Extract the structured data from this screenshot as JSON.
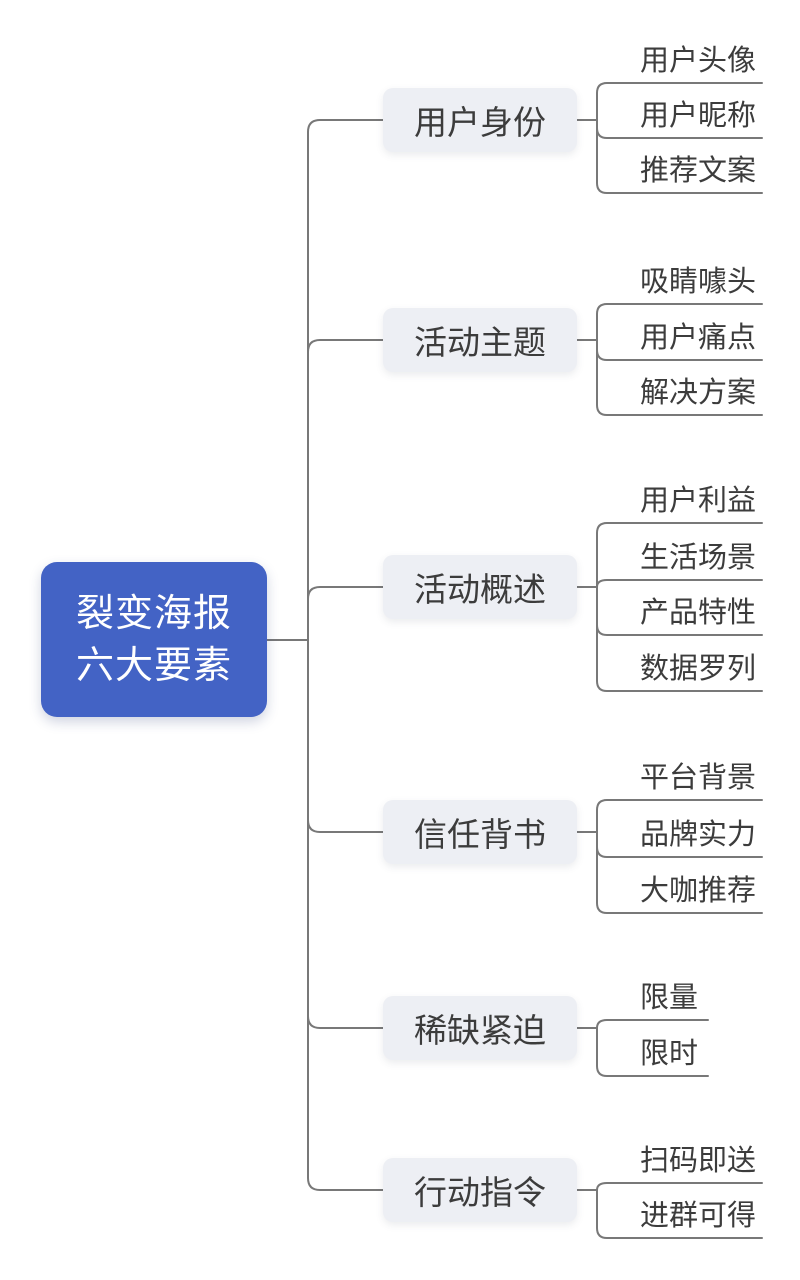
{
  "root": {
    "line1": "裂变海报",
    "line2": "六大要素"
  },
  "branches": [
    {
      "label": "用户身份",
      "leaves": [
        "用户头像",
        "用户昵称",
        "推荐文案"
      ]
    },
    {
      "label": "活动主题",
      "leaves": [
        "吸睛噱头",
        "用户痛点",
        "解决方案"
      ]
    },
    {
      "label": "活动概述",
      "leaves": [
        "用户利益",
        "生活场景",
        "产品特性",
        "数据罗列"
      ]
    },
    {
      "label": "信任背书",
      "leaves": [
        "平台背景",
        "品牌实力",
        "大咖推荐"
      ]
    },
    {
      "label": "稀缺紧迫",
      "leaves": [
        "限量",
        "限时"
      ]
    },
    {
      "label": "行动指令",
      "leaves": [
        "扫码即送",
        "进群可得"
      ]
    }
  ],
  "colors": {
    "root_bg": "#4363c5",
    "root_text": "#ffffff",
    "branch_bg": "#edeff4",
    "node_text": "#3c3c3c",
    "line": "#787878",
    "background": "#ffffff"
  }
}
